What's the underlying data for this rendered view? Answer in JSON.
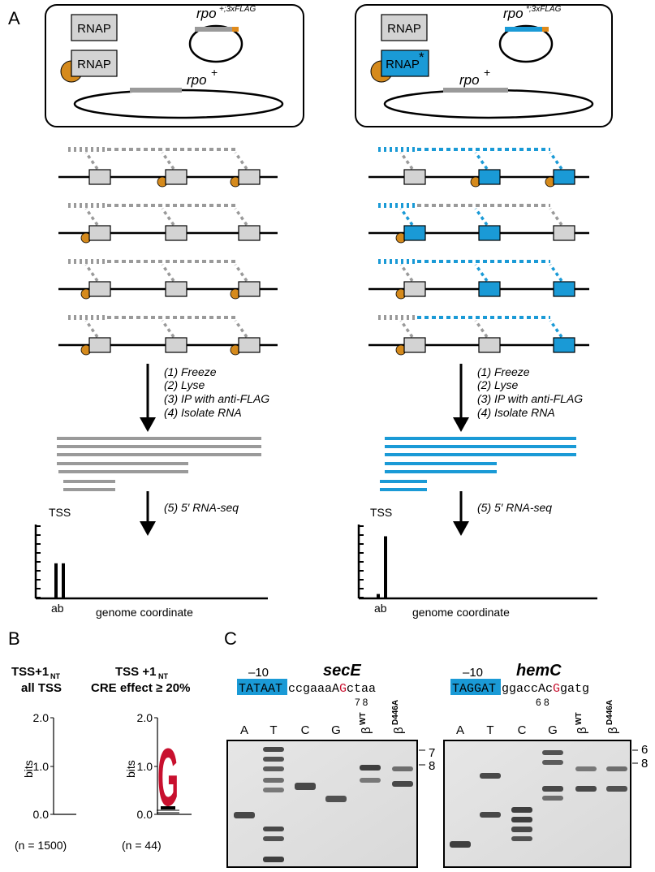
{
  "panel_letters": {
    "a": "A",
    "b": "B",
    "c": "C"
  },
  "panel_a": {
    "left": {
      "rnap_top": "RNAP",
      "rnap_bottom": "RNAP",
      "plasmid_gene": "rpo",
      "plasmid_sup": "+;3xFLAG",
      "chrom_gene": "rpo",
      "chrom_sup": "+",
      "steps": [
        "(1)  Freeze",
        "(2)  Lyse",
        "(3)  IP with anti-FLAG",
        "(4)  Isolate RNA"
      ],
      "seq_step": "(5) 5′ RNA-seq",
      "tss_label": "TSS",
      "ab_label": "ab",
      "axis_label": "genome coordinate",
      "tss_heights": {
        "a": 0.48,
        "b": 0.48
      }
    },
    "right": {
      "rnap_top": "RNAP",
      "rnap_bottom": "RNAP",
      "rnap_bottom_sup": "*",
      "plasmid_gene": "rpo",
      "plasmid_sup": "*;3xFLAG",
      "chrom_gene": "rpo",
      "chrom_sup": "+",
      "steps": [
        "(1)  Freeze",
        "(2)  Lyse",
        "(3)  IP with anti-FLAG",
        "(4)  Isolate RNA"
      ],
      "seq_step": "(5) 5′ RNA-seq",
      "tss_label": "TSS",
      "ab_label": "ab",
      "axis_label": "genome coordinate",
      "tss_heights": {
        "a": 0.06,
        "b": 0.85
      }
    },
    "colors": {
      "gray": "#9a9a9a",
      "box_gray": "#d3d3d3",
      "blue": "#1a9ad6",
      "orange": "#d58a1c",
      "flag": "#e08a1a"
    }
  },
  "panel_b": {
    "left": {
      "title1": "TSS+1",
      "title1_sub": "NT",
      "title2": "all TSS",
      "n": "(n = 1500)"
    },
    "right": {
      "title1": "TSS +1",
      "title1_sub": "NT",
      "title2": "CRE effect ≥ 20%",
      "n": "(n = 44)",
      "logo_letter": "G"
    },
    "ylabel": "bits",
    "yticks": [
      "2.0",
      "1.0",
      "0.0"
    ],
    "logo_color": "#c8102e"
  },
  "panel_c": {
    "left": {
      "gene": "secE",
      "minus10": "–10",
      "box_seq": "TATAAT",
      "seq_pre": "ccgaaaA",
      "seq_red": "G",
      "seq_post": "ctaa",
      "pos_labels": "78",
      "lanes": [
        "A",
        "T",
        "C",
        "G"
      ],
      "beta_wt": "WT",
      "beta_mut": "D446A",
      "beta": "β",
      "band_labels": [
        "7",
        "8"
      ]
    },
    "right": {
      "gene": "hemC",
      "minus10": "–10",
      "box_seq": "TAGGAT",
      "seq_pre": "ggaccAc",
      "seq_red": "G",
      "seq_post": "gatg",
      "seq_red_lower": "g",
      "pos_labels": "6  8",
      "lanes": [
        "A",
        "T",
        "C",
        "G"
      ],
      "beta_wt": "WT",
      "beta_mut": "D446A",
      "beta": "β",
      "band_labels": [
        "6",
        "8"
      ]
    },
    "colors": {
      "box_blue": "#1a9ad6",
      "red": "#c8102e"
    }
  }
}
